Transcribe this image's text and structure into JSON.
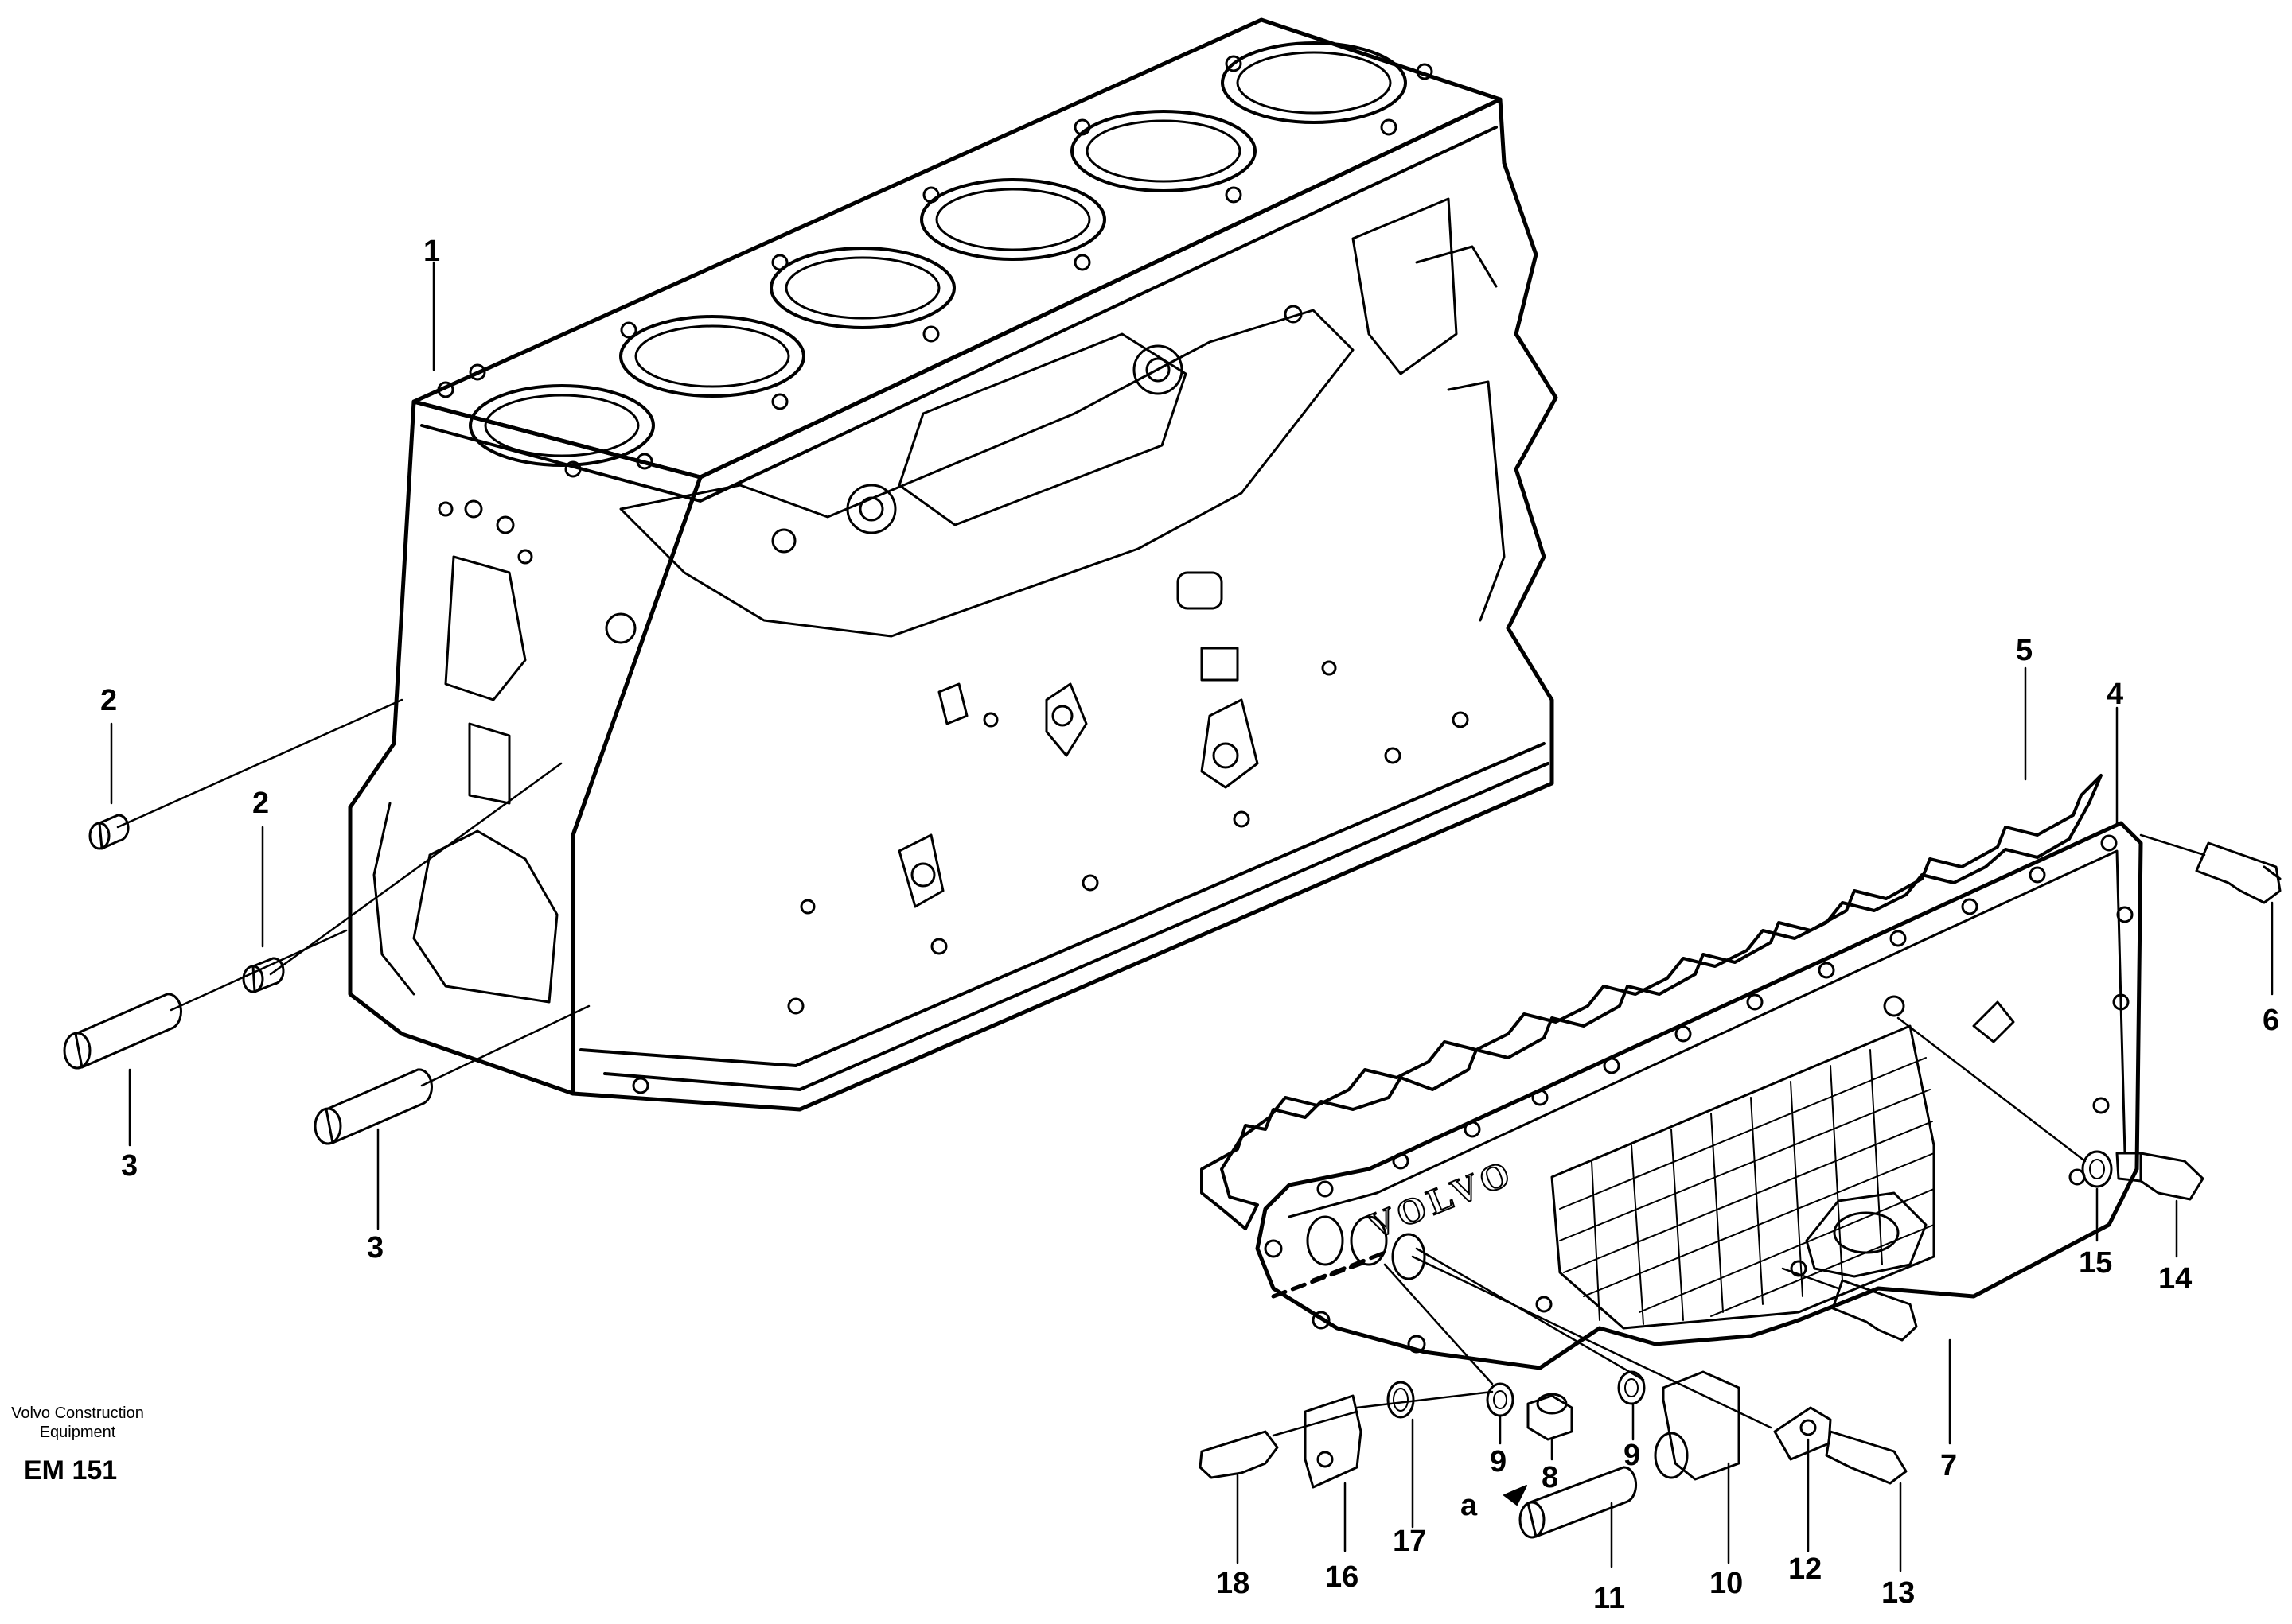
{
  "callouts": {
    "c1": "1",
    "c2a": "2",
    "c2b": "2",
    "c3a": "3",
    "c3b": "3",
    "c4": "4",
    "c5": "5",
    "c6": "6",
    "c7": "7",
    "c8": "8",
    "c9a": "9",
    "c9b": "9",
    "c10": "10",
    "c11": "11",
    "c12": "12",
    "c13": "13",
    "c14": "14",
    "c15": "15",
    "c16": "16",
    "c17": "17",
    "c18": "18",
    "ca": "a"
  },
  "sump_logo": "VOLVO",
  "credit": {
    "line1": "Volvo Construction",
    "line2": "Equipment"
  },
  "ref": "EM 151"
}
